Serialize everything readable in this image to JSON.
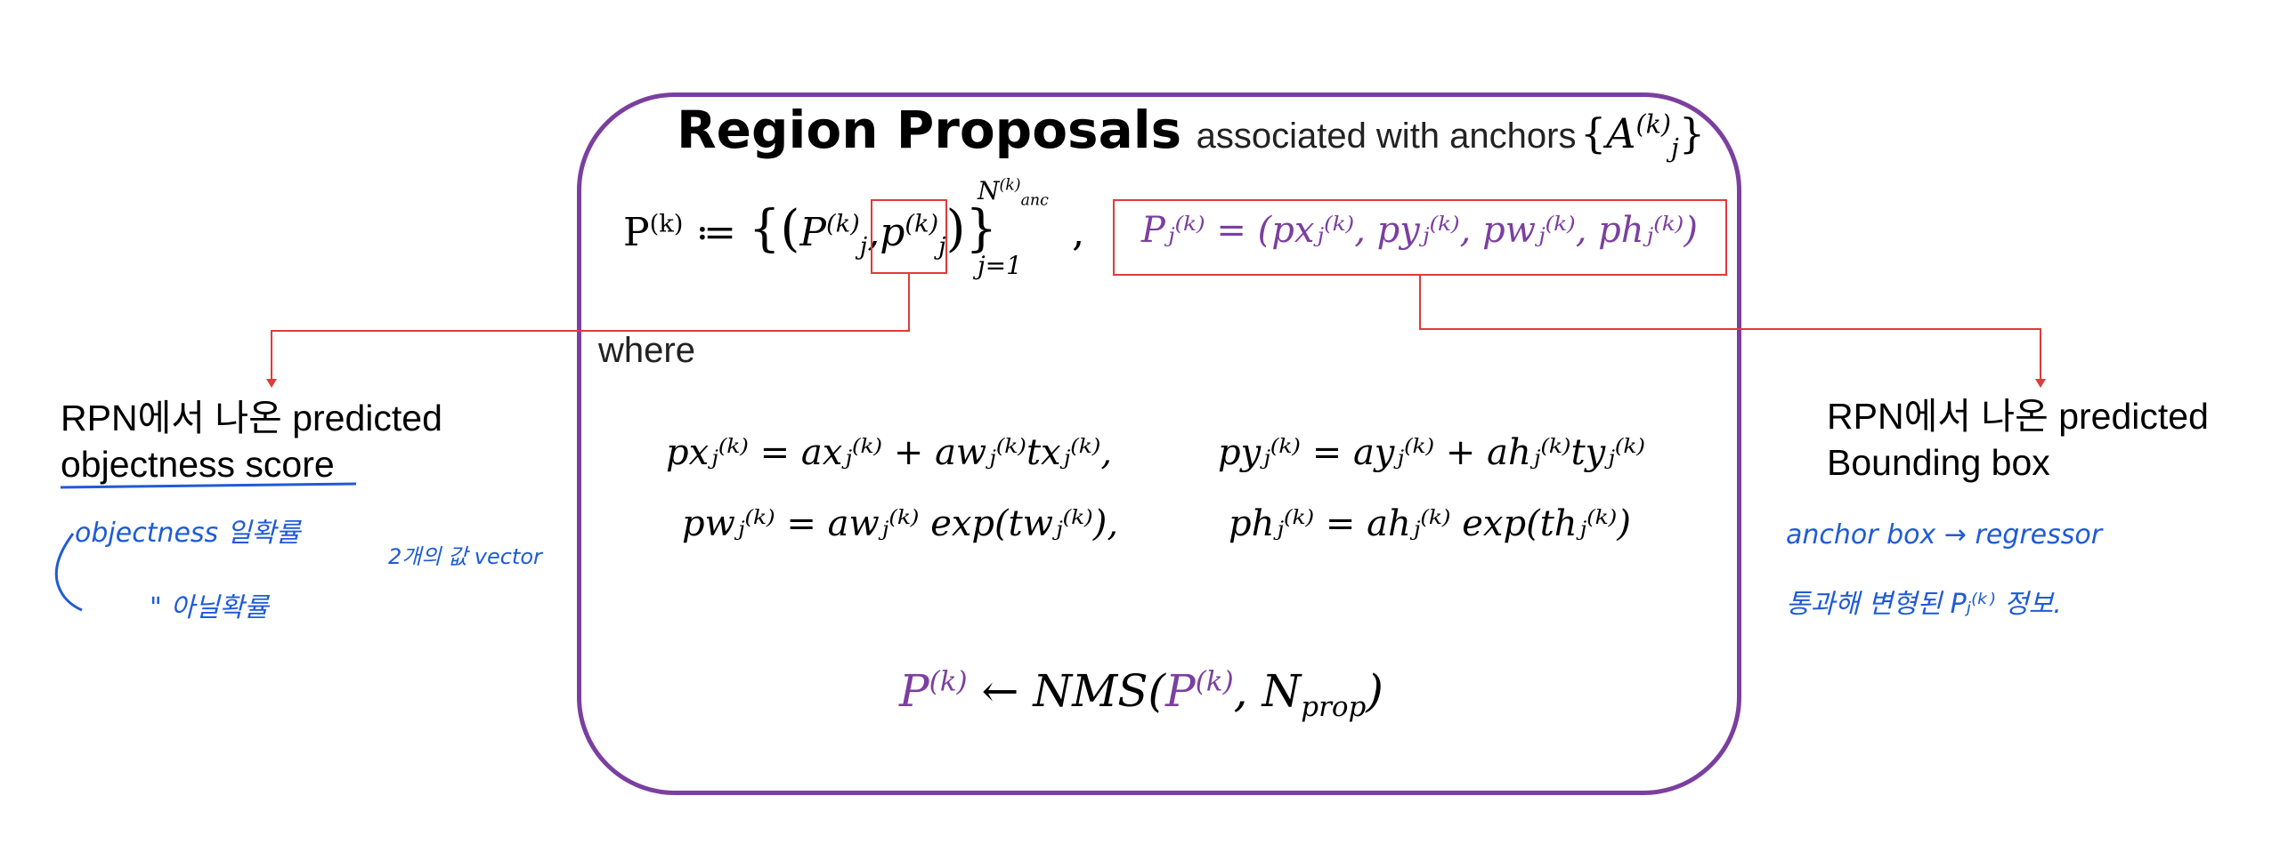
{
  "frame": {
    "color": "#7b3fa0"
  },
  "title": {
    "bold": "Region Proposals",
    "rest": "associated with anchors",
    "set_open": "{",
    "set_var": "A",
    "set_sup": "(k)",
    "set_sub": "j",
    "set_close": "}"
  },
  "definition": {
    "lhs": "P",
    "lhs_sup": "(k)",
    "assign": " ≔ ",
    "open": "{(",
    "Pj": "P",
    "Pj_sup": "(k)",
    "Pj_sub": "j",
    "comma": ",",
    "pj": "p",
    "pj_sup": "(k)",
    "pj_sub": "j",
    "close": ")}",
    "upper": "N",
    "upper_sup": "(k)",
    "upper_sub": "anc",
    "lower": "j=1",
    "trail": ","
  },
  "bbox_def": "Pⱼ⁽ᵏ⁾ = (pxⱼ⁽ᵏ⁾, pyⱼ⁽ᵏ⁾, pwⱼ⁽ᵏ⁾, phⱼ⁽ᵏ⁾)",
  "where_label": "where",
  "equations": {
    "px": "pxⱼ⁽ᵏ⁾ = axⱼ⁽ᵏ⁾ + awⱼ⁽ᵏ⁾txⱼ⁽ᵏ⁾,",
    "py": "pyⱼ⁽ᵏ⁾ = ayⱼ⁽ᵏ⁾ + ahⱼ⁽ᵏ⁾tyⱼ⁽ᵏ⁾",
    "pw": "pwⱼ⁽ᵏ⁾ = awⱼ⁽ᵏ⁾ exp(twⱼ⁽ᵏ⁾),",
    "ph": "phⱼ⁽ᵏ⁾ = ahⱼ⁽ᵏ⁾ exp(thⱼ⁽ᵏ⁾)"
  },
  "nms": {
    "lhs": "P",
    "lhs_sup": "(k)",
    "arrow": " ← NMS(",
    "arg": "P",
    "arg_sup": "(k)",
    "sep": ", N",
    "sub": "prop",
    "close": ")"
  },
  "left_label": {
    "line1": "RPN에서 나온 predicted",
    "line2": "objectness score"
  },
  "right_label": {
    "line1": "RPN에서 나온 predicted",
    "line2": "Bounding box"
  },
  "handwriting": {
    "left1": "objectness 일확률",
    "left2": "\"  아닐확률",
    "middle": "2개의 값 vector",
    "right1": "anchor box → regressor",
    "right2": "통과해 변형된 Pⱼ⁽ᵏ⁾ 정보."
  },
  "colors": {
    "accent": "#7b3fa0",
    "annotation": "#e03a3a",
    "handwriting": "#1f5bd6"
  }
}
